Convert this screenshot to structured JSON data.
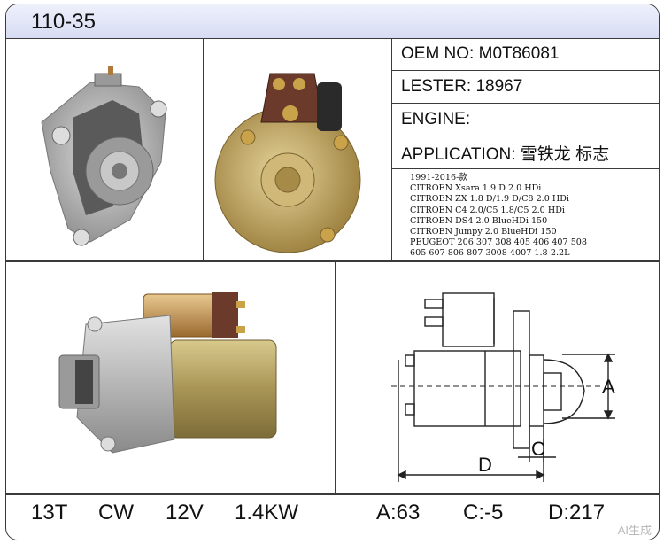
{
  "header": {
    "model": "110-35"
  },
  "specs": {
    "oem": "OEM NO: M0T86081",
    "lester": "LESTER: 18967",
    "engine": "ENGINE:",
    "application": "APPLICATION: 雪铁龙 标志"
  },
  "applications": [
    "1991-2016-款",
    "CITROEN Xsara 1.9 D 2.0 HDi",
    "CITROEN ZX 1.8 D/1.9 D/C8 2.0 HDi",
    "CITROEN C4 2.0/C5 1.8/C5 2.0 HDi",
    "CITROEN DS4 2.0 BlueHDi 150",
    "CITROEN Jumpy 2.0 BlueHDi 150",
    "PEUGEOT 206 307 308 405 406 407 508",
    "605 607 806 807 3008 4007 1.8-2.2L"
  ],
  "footer": {
    "teeth": "13T",
    "rotation": "CW",
    "voltage": "12V",
    "power": "1.4KW",
    "dim_a": "A:63",
    "dim_c": "C:-5",
    "dim_d": "D:217"
  },
  "diagram": {
    "label_a": "A",
    "label_c": "C",
    "label_d": "D"
  },
  "images": {
    "front": "starter-front-photo",
    "rear": "starter-rear-photo",
    "side": "starter-side-photo"
  },
  "watermark": "AI生成",
  "colors": {
    "header_bg": "#dfe3f6",
    "border": "#3a3a3a",
    "copper": "#b07a3a",
    "steel": "#a8a8a8"
  }
}
